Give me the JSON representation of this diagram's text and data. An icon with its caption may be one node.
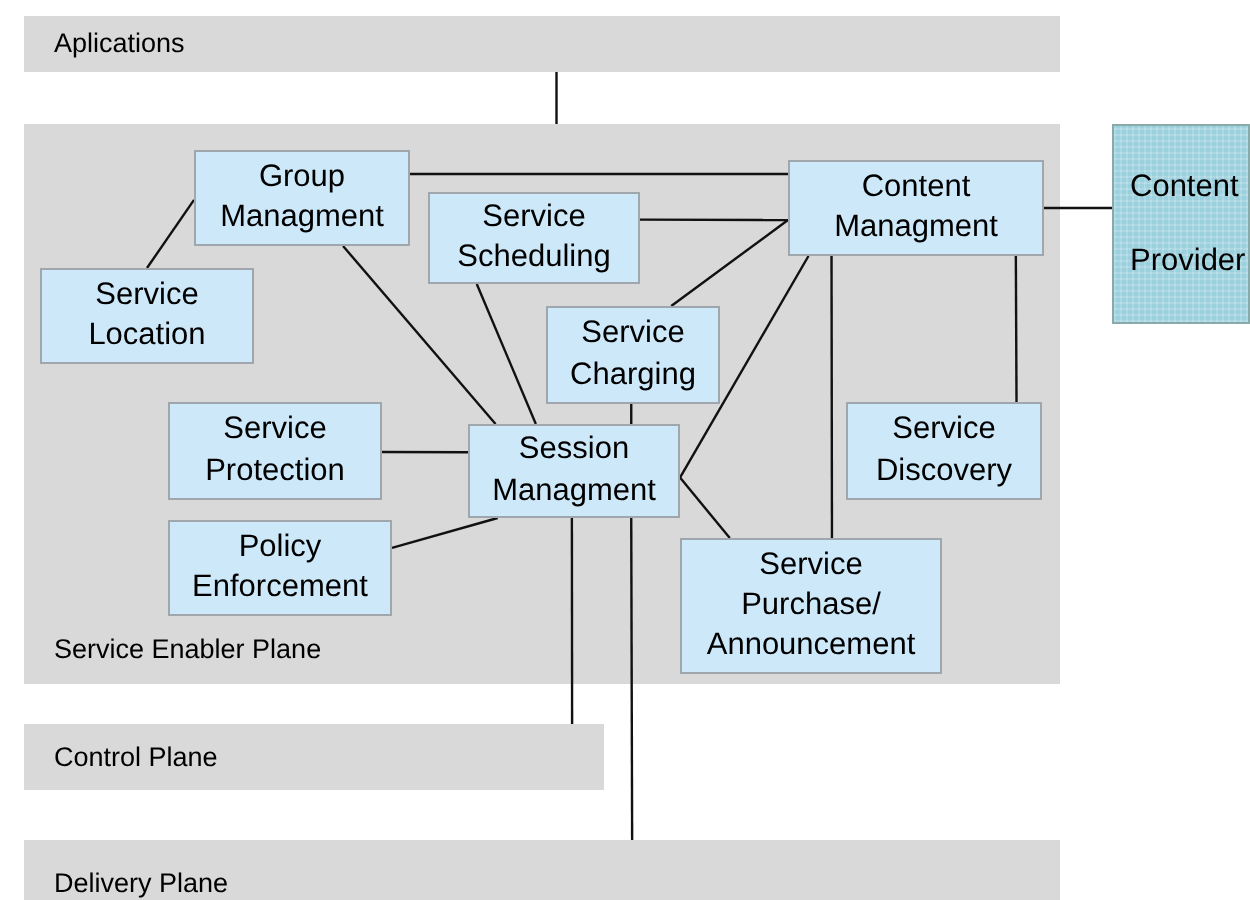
{
  "diagram": {
    "nodes": [
      {
        "text": [
          "Aplications"
        ]
      },
      {
        "text": [
          "Service Enabler Plane"
        ]
      },
      {
        "text": [
          "Group Managment"
        ],
        "in": 1
      },
      {
        "text": [
          "Service Scheduling"
        ],
        "in": 1
      },
      {
        "text": [
          "Content Managment"
        ],
        "in": 1
      },
      {
        "text": [
          "Content Provider"
        ]
      },
      {
        "text": [
          "Service Location"
        ],
        "in": 1
      },
      {
        "text": [
          "Service Charging"
        ],
        "in": 1
      },
      {
        "text": [
          "Service Protection"
        ],
        "in": 1
      },
      {
        "text": [
          "Session Managment"
        ],
        "in": 1
      },
      {
        "text": [
          "Service Discovery"
        ],
        "in": 1
      },
      {
        "text": [
          "Policy Enforcement"
        ],
        "in": 1
      },
      {
        "text": [
          "Service Purchase/ Announcement"
        ],
        "in": 1
      },
      {
        "text": [
          "Control Plane"
        ]
      },
      {
        "text": [
          "Delivery Plane"
        ]
      }
    ],
    "edges": [
      {
        "from": 0,
        "to": 1,
        "arrow": "none"
      },
      {
        "from": 2,
        "to": 4,
        "arrow": "none"
      },
      {
        "from": 3,
        "to": 4,
        "arrow": "none"
      },
      {
        "from": 7,
        "to": 4,
        "arrow": "none"
      },
      {
        "from": 9,
        "to": 4,
        "arrow": "none"
      },
      {
        "from": 4,
        "to": 12,
        "arrow": "none"
      },
      {
        "from": 4,
        "to": 10,
        "arrow": "none"
      },
      {
        "from": 4,
        "to": 5,
        "arrow": "none"
      },
      {
        "from": 2,
        "to": 6,
        "arrow": "none"
      },
      {
        "from": 2,
        "to": 9,
        "arrow": "none"
      },
      {
        "from": 3,
        "to": 9,
        "arrow": "none"
      },
      {
        "from": 7,
        "to": 9,
        "arrow": "none"
      },
      {
        "from": 8,
        "to": 9,
        "arrow": "none"
      },
      {
        "from": 11,
        "to": 9,
        "arrow": "none"
      },
      {
        "from": 9,
        "to": 12,
        "arrow": "none"
      },
      {
        "from": 9,
        "to": 13,
        "arrow": "none"
      },
      {
        "from": 9,
        "to": 14,
        "arrow": "none"
      }
    ]
  }
}
